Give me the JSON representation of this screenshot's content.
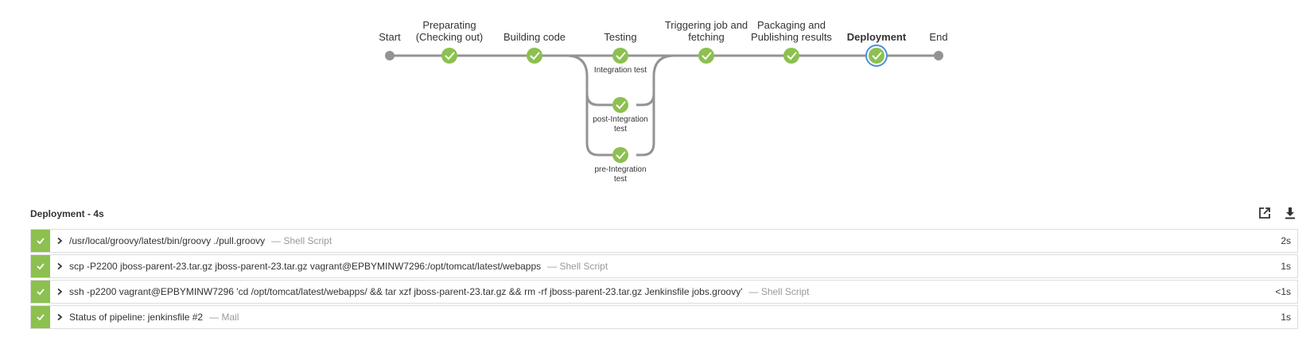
{
  "pipeline": {
    "stages": [
      {
        "id": "start",
        "label": "Start"
      },
      {
        "id": "preparating",
        "label": "Preparating\n(Checking out)"
      },
      {
        "id": "building",
        "label": "Building code"
      },
      {
        "id": "testing",
        "label": "Testing"
      },
      {
        "id": "triggering",
        "label": "Triggering job and\nfetching"
      },
      {
        "id": "packaging",
        "label": "Packaging and\nPublishing results"
      },
      {
        "id": "deployment",
        "label": "Deployment"
      },
      {
        "id": "end",
        "label": "End"
      }
    ],
    "parallel_branches": [
      {
        "id": "integration",
        "label": "Integration test"
      },
      {
        "id": "post-integration",
        "label": "post-Integration\ntest"
      },
      {
        "id": "pre-integration",
        "label": "pre-Integration\ntest"
      }
    ],
    "selected_stage": "Deployment"
  },
  "detail": {
    "title": "Deployment - 4s",
    "steps": [
      {
        "command": "/usr/local/groovy/latest/bin/groovy ./pull.groovy",
        "type": "— Shell Script",
        "duration": "2s"
      },
      {
        "command": "scp -P2200 jboss-parent-23.tar.gz jboss-parent-23.tar.gz vagrant@EPBYMINW7296:/opt/tomcat/latest/webapps",
        "type": "— Shell Script",
        "duration": "1s"
      },
      {
        "command": "ssh -p2200 vagrant@EPBYMINW7296 'cd /opt/tomcat/latest/webapps/ && tar xzf jboss-parent-23.tar.gz && rm -rf jboss-parent-23.tar.gz Jenkinsfile jobs.groovy'",
        "type": "— Shell Script",
        "duration": "<1s"
      },
      {
        "command": "Status of pipeline: jenkinsfile #2",
        "type": "— Mail",
        "duration": "1s"
      }
    ]
  },
  "colors": {
    "success": "#8cc04f",
    "line": "#949393",
    "selected_ring": "#4a90d9"
  },
  "icons": {
    "open_external": "open-external-icon",
    "download": "download-icon",
    "check": "check-icon",
    "chevron": "chevron-right-icon"
  }
}
